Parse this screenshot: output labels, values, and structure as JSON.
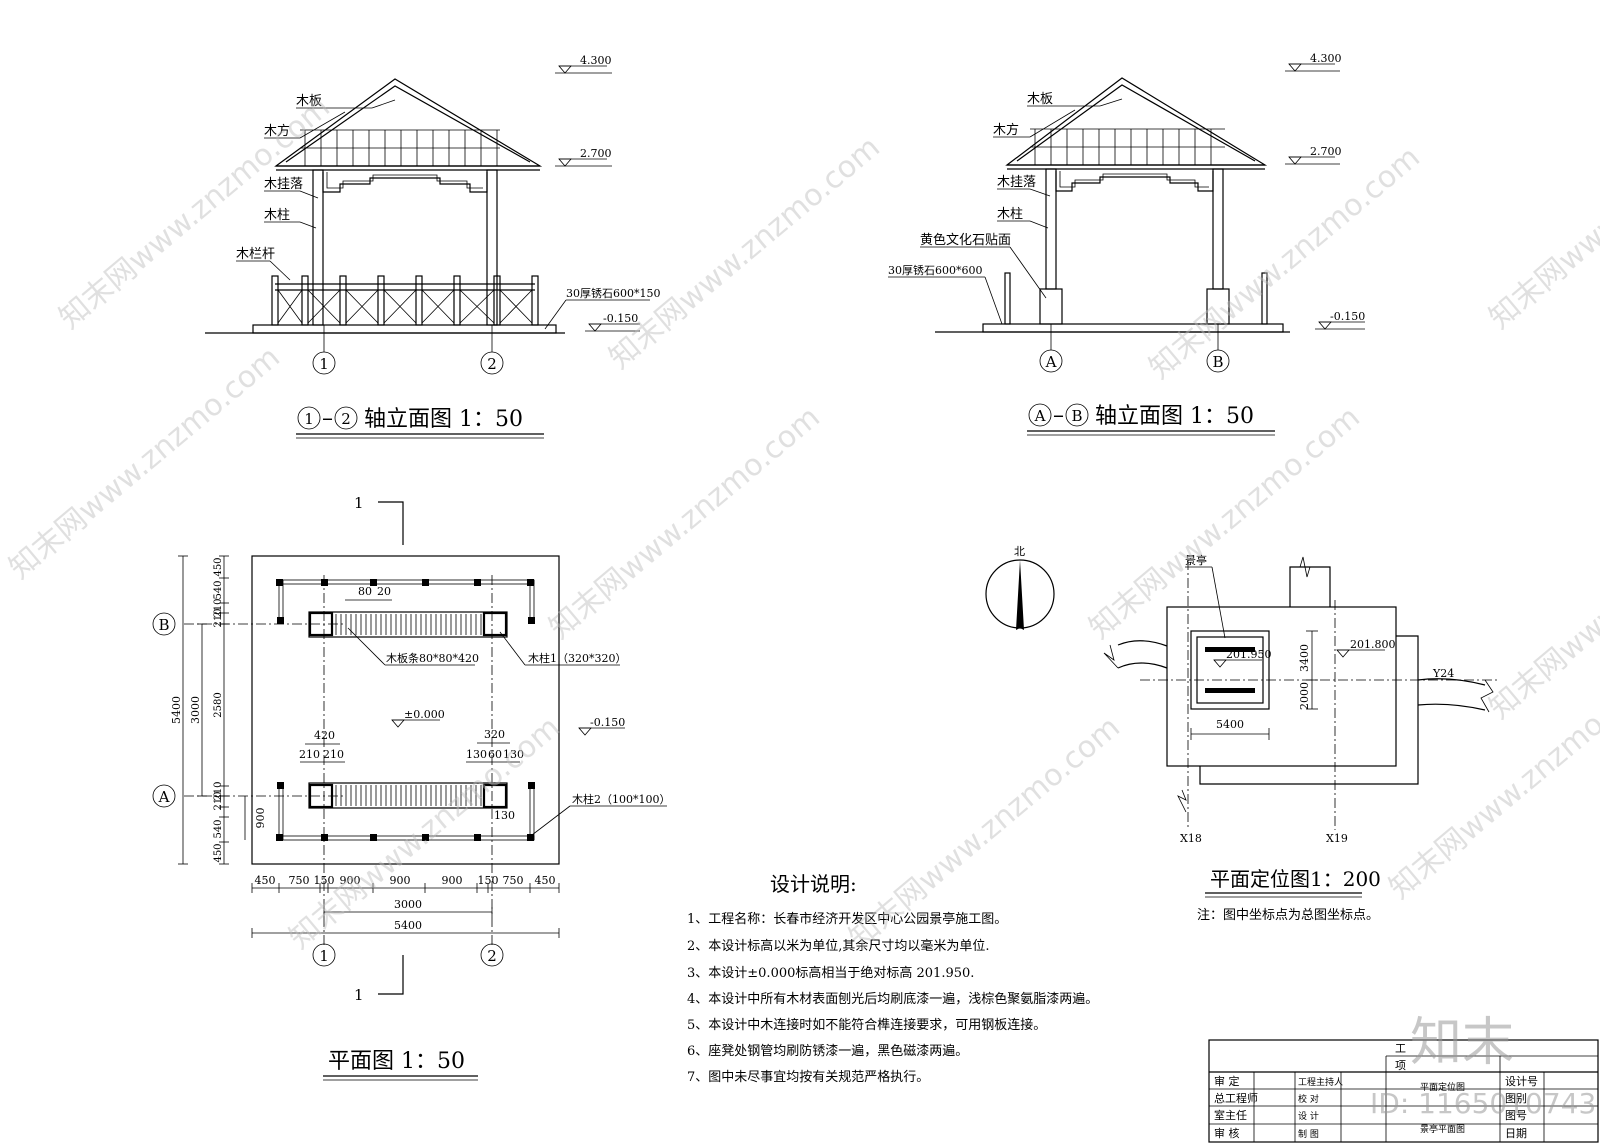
{
  "elevation_12": {
    "labels": [
      "木板",
      "木方",
      "木挂落",
      "木柱",
      "木栏杆"
    ],
    "base_label": "30厚锈石600*150",
    "levels": [
      "4.300",
      "2.700",
      "-0.150"
    ],
    "axes": [
      "1",
      "2"
    ],
    "title_axes": [
      "1",
      "2"
    ],
    "title_text": "轴立面图 1：50"
  },
  "elevation_ab": {
    "labels": [
      "木板",
      "木方",
      "木挂落",
      "木柱",
      "黄色文化石贴面",
      "30厚锈石600*600"
    ],
    "levels": [
      "4.300",
      "2.700",
      "-0.150"
    ],
    "axes": [
      "A",
      "B"
    ],
    "title_axes": [
      "A",
      "B"
    ],
    "title_text": "轴立面图 1：50"
  },
  "plan": {
    "section_mark": "1",
    "axis_rows": [
      "B",
      "A"
    ],
    "axis_cols": [
      "1",
      "2"
    ],
    "left_dims_outer": [
      "5400"
    ],
    "left_dims_mid": [
      "3000"
    ],
    "left_dims_inner": [
      "450",
      "540",
      "210",
      "210",
      "2580",
      "210",
      "210",
      "540",
      "450"
    ],
    "left_dim_900": "900",
    "bottom_dims_row1": [
      "450",
      "750",
      "150",
      "900",
      "900",
      "900",
      "150",
      "750",
      "450"
    ],
    "bottom_dim_3000": "3000",
    "bottom_dim_5400": "5400",
    "top_dims": [
      "80",
      "20"
    ],
    "mid_dims": [
      "420",
      "210",
      "210",
      "320",
      "130",
      "60",
      "130"
    ],
    "dim_130": "130",
    "labels": {
      "plank": "木板条80*80*420",
      "column1": "木柱1（320*320）",
      "column2": "木柱2（100*100）",
      "level_zero": "±0.000",
      "level_m150": "-0.150"
    },
    "title": "平面图 1：50"
  },
  "notes": {
    "heading": "设计说明:",
    "items": [
      "1、工程名称：长春市经济开发区中心公园景亭施工图。",
      "2、本设计标高以米为单位,其余尺寸均以毫米为单位.",
      "3、本设计±0.000标高相当于绝对标高 201.950.",
      "4、本设计中所有木材表面刨光后均刷底漆一遍，浅棕色聚氨脂漆两遍。",
      "5、本设计中木连接时如不能符合榫连接要求，可用钢板连接。",
      "6、座凳处钢管均刷防锈漆一遍，黑色磁漆两遍。",
      "7、图中未尽事宜均按有关规范严格执行。"
    ]
  },
  "site": {
    "north": "北",
    "pavilion": "景亭",
    "levels": [
      "201.950",
      "201.800"
    ],
    "dims": [
      "3400",
      "2000",
      "5400"
    ],
    "coords": [
      "Y24",
      "X18",
      "X19"
    ],
    "title": "平面定位图1：200",
    "note": "注：图中坐标点为总图坐标点。"
  },
  "title_block": {
    "rows": [
      {
        "a": "审 定",
        "b": "工程主持人",
        "c": "",
        "d": "设计号"
      },
      {
        "a": "总工程师",
        "b": "校 对",
        "c": "",
        "d": "图别"
      },
      {
        "a": "室主任",
        "b": "设 计",
        "c": "",
        "d": "图号"
      },
      {
        "a": "审 核",
        "b": "制 图",
        "c": "",
        "d": "日期"
      }
    ],
    "drawing_name_1": "平面定位图",
    "drawing_name_2": "景亭平面图",
    "top_labels": [
      "工",
      "项"
    ]
  },
  "watermark": {
    "repeat": "知末网www.znzmo.com",
    "logo": "知末",
    "id": "ID: 1165010743"
  }
}
